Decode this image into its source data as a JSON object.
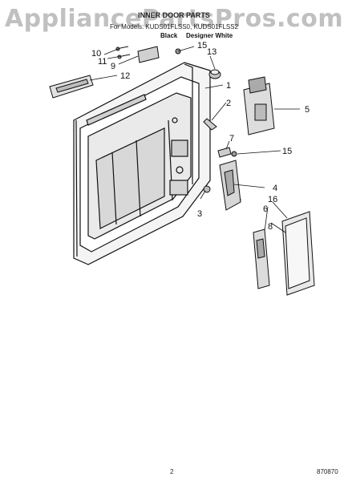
{
  "header": {
    "watermark": "AppliancePartsPros.com",
    "title": "INNER DOOR PARTS",
    "for_models": "For Models: KUDS01FLSS0, KUDS01FLSS2",
    "color_1": "Black",
    "color_2": "Designer White"
  },
  "callouts": [
    "1",
    "2",
    "3",
    "4",
    "5",
    "6",
    "7",
    "8",
    "9",
    "10",
    "11",
    "12",
    "13",
    "15",
    "15",
    "16"
  ],
  "footer": {
    "page_number": "2",
    "doc_code": "870870"
  }
}
